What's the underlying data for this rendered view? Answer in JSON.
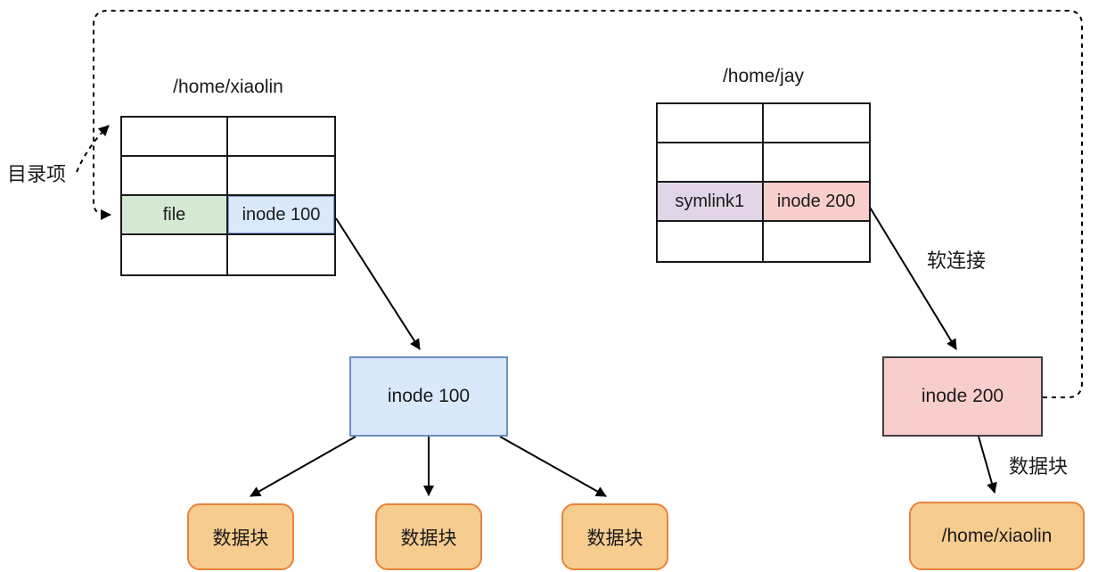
{
  "diagram": {
    "left_table": {
      "title": "/home/xiaolin",
      "file_cell": "file",
      "inode_cell": "inode 100"
    },
    "right_table": {
      "title": "/home/jay",
      "name_cell": "symlink1",
      "inode_cell": "inode 200"
    },
    "inode100_box": "inode 100",
    "inode200_box": "inode 200",
    "data_blocks": [
      "数据块",
      "数据块",
      "数据块"
    ],
    "path_box": "/home/xiaolin",
    "labels": {
      "dir_entry": "目录项",
      "soft_link": "软连接",
      "data_block": "数据块"
    },
    "colors": {
      "file_cell_fill": "#d5e8d4",
      "inode100_fill": "#dae8fc",
      "inode100_border": "#6c8ebf",
      "symlink_cell_fill": "#e1d5e7",
      "inode200_fill": "#f8cecc",
      "datablock_fill": "#f6cc8f",
      "datablock_border": "#e8833a",
      "line_color": "#000000"
    }
  }
}
